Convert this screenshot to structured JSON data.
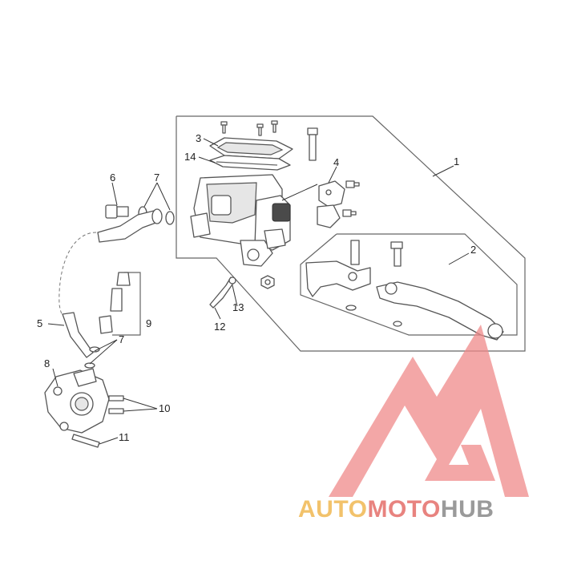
{
  "diagram": {
    "callouts": {
      "c1": "1",
      "c2": "2",
      "c3": "3",
      "c4": "4",
      "c5": "5",
      "c6": "6",
      "c7a": "7",
      "c7b": "7",
      "c8": "8",
      "c9": "9",
      "c10": "10",
      "c11": "11",
      "c12": "12",
      "c13": "13",
      "c14": "14"
    }
  },
  "watermark": {
    "part1": "AUTO",
    "part2": "MOTO",
    "part3": "HUB",
    "colors": {
      "auto": "#f2c26b",
      "moto": "#e8837f",
      "hub": "#9a9a9a",
      "logo": "#ef8a8a"
    }
  }
}
